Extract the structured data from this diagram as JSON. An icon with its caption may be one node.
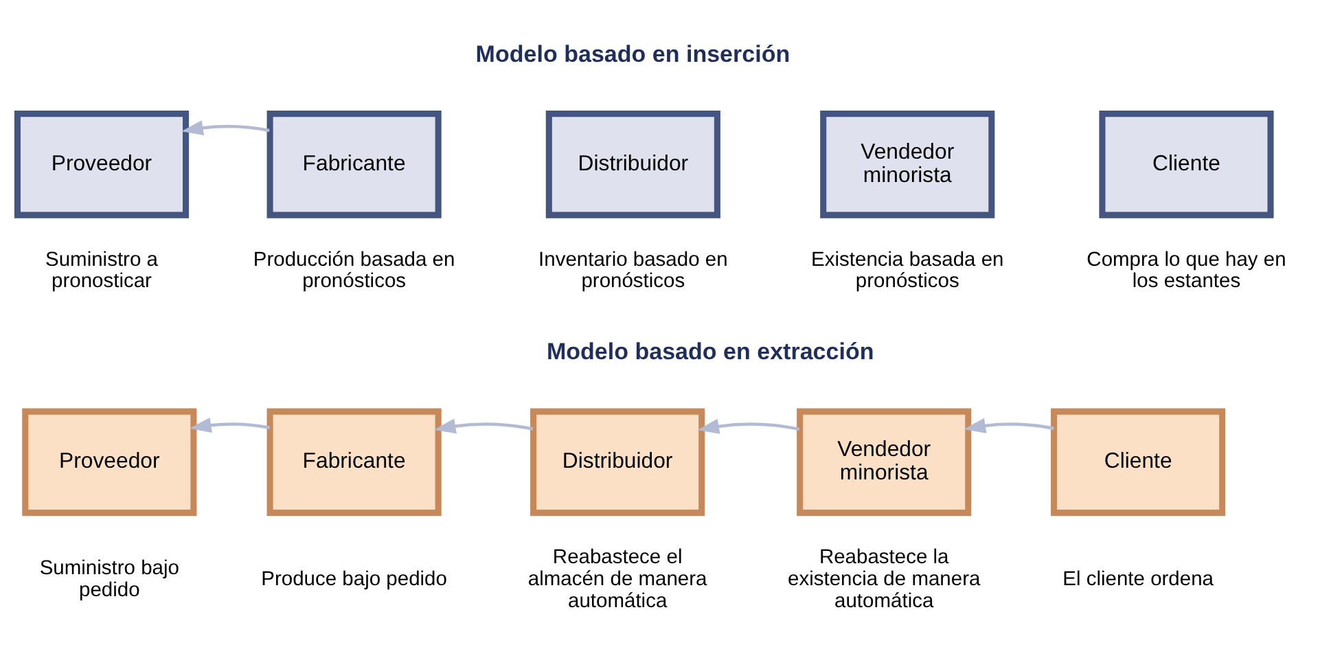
{
  "diagram": {
    "nodes": [
      {
        "text": [
          "Proveedor"
        ],
        "beside": [
          "Suministro a pronosticar"
        ]
      },
      {
        "text": [
          "Fabricante"
        ],
        "beside": [
          "Producción basada en pronósticos"
        ]
      },
      {
        "text": [
          "Distribuidor"
        ],
        "beside": [
          "Inventario basado en pronósticos"
        ]
      },
      {
        "text": [
          "Vendedor minorista"
        ],
        "beside": [
          "Existencia basada en pronósticos"
        ]
      },
      {
        "text": [
          "Cliente"
        ],
        "beside": [
          "Compra lo que hay en los estantes"
        ]
      },
      {
        "text": [
          "Proveedor"
        ],
        "beside": [
          "Suministro bajo pedido"
        ]
      },
      {
        "text": [
          "Fabricante"
        ],
        "beside": [
          "Produce bajo pedido"
        ]
      },
      {
        "text": [
          "Distribuidor"
        ],
        "beside": [
          "Reabastece el almacén de manera automática"
        ]
      },
      {
        "text": [
          "Vendedor minorista"
        ],
        "beside": [
          "Reabastece la existencia de manera automática"
        ]
      },
      {
        "text": [
          "Cliente"
        ],
        "beside": [
          "El cliente ordena"
        ]
      }
    ],
    "edges": [
      {
        "from": 1,
        "to": 0,
        "arrow": "to"
      },
      {
        "from": 6,
        "to": 5,
        "arrow": "to"
      },
      {
        "from": 7,
        "to": 6,
        "arrow": "to"
      },
      {
        "from": 8,
        "to": 7,
        "arrow": "to"
      },
      {
        "from": 9,
        "to": 8,
        "arrow": "to"
      }
    ],
    "labels": [
      "Modelo basado en inserción",
      "Modelo basado en extracción"
    ]
  }
}
